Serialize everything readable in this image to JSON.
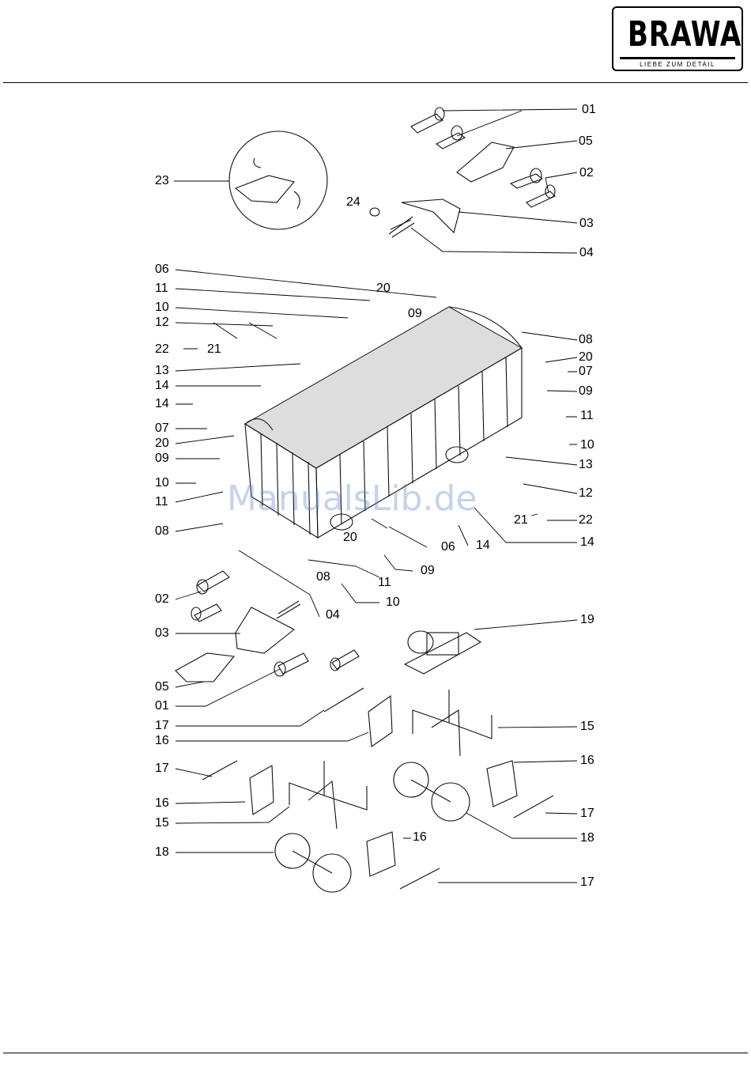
{
  "logo": {
    "word": "BRAWA",
    "tagline": "LIEBE ZUM DETAIL"
  },
  "watermark": "ManualsLib.de",
  "callouts": {
    "c01_top": "01",
    "c05_top": "05",
    "c02_top": "02",
    "c23": "23",
    "c24": "24",
    "c03_top": "03",
    "c04_top": "04",
    "c06_top": "06",
    "c11_top_left": "11",
    "c20_top": "20",
    "c10_top_left": "10",
    "c09_top": "09",
    "c12_top_left": "12",
    "c22_left": "22",
    "c21_left": "21",
    "c13_left": "13",
    "c08_top_right": "08",
    "c20_right": "20",
    "c07_right": "07",
    "c14_left_a": "14",
    "c14_left_b": "14",
    "c09_right": "09",
    "c11_right": "11",
    "c07_left": "07",
    "c20_left": "20",
    "c10_right": "10",
    "c09_left": "09",
    "c13_right": "13",
    "c10_left": "10",
    "c11_left": "11",
    "c12_right": "12",
    "c21_right": "21",
    "c22_right": "22",
    "c08_left": "08",
    "c20_bottom": "20",
    "c06_bottom": "06",
    "c14_bottom": "14",
    "c14_right": "14",
    "c08_bottom": "08",
    "c11_bottom": "11",
    "c09_bottom": "09",
    "c10_bottom": "10",
    "c02_bottom": "02",
    "c04_bottom": "04",
    "c19": "19",
    "c03_bottom": "03",
    "c05_bottom": "05",
    "c01_bottom": "01",
    "c17_a": "17",
    "c15_right": "15",
    "c16_a": "16",
    "c17_b": "17",
    "c16_right": "16",
    "c16_b": "16",
    "c17_right": "17",
    "c15_left": "15",
    "c18_right": "18",
    "c16_c": "16",
    "c18_left": "18",
    "c17_bottom": "17"
  }
}
